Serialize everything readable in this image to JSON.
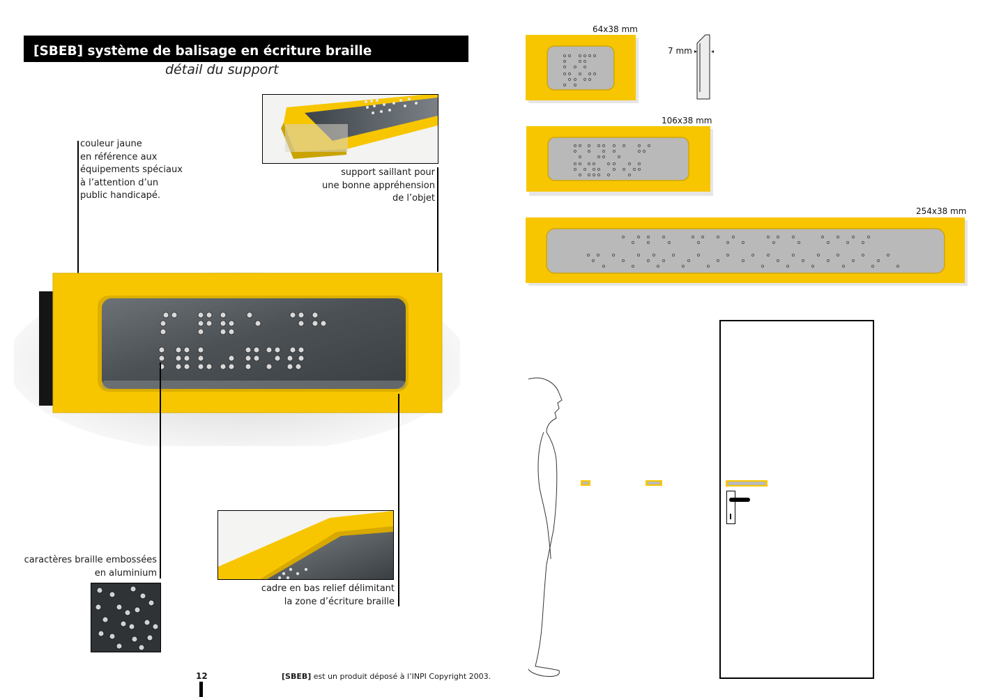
{
  "header": {
    "title": "[SBEB] système de balisage en écriture braille",
    "subtitle": "détail du support"
  },
  "annotations": {
    "yellow_color": [
      "couleur jaune",
      "en référence aux",
      "équipements spéciaux",
      "à l’attention d’un",
      "public handicapé."
    ],
    "protruding_support": [
      "support saillant pour",
      "une bonne appréhension",
      "de l’objet"
    ],
    "braille_chars": [
      "caractères braille embossées",
      "en aluminium"
    ],
    "low_relief_frame": [
      "cadre en bas relief délimitant",
      "la zone d’écriture braille"
    ]
  },
  "dimensions": {
    "small": "64x38 mm",
    "thickness": "7 mm",
    "medium": "106x38 mm",
    "large": "254x38 mm"
  },
  "footer": {
    "page_number": "12",
    "brand": "[SBEB]",
    "legal": " est un produit déposé à l’INPI Copyright 2003."
  },
  "colors": {
    "brand_yellow": "#f7c600",
    "braille_grey": "#b9b9b9",
    "metal_dark": "#4a4f54"
  }
}
